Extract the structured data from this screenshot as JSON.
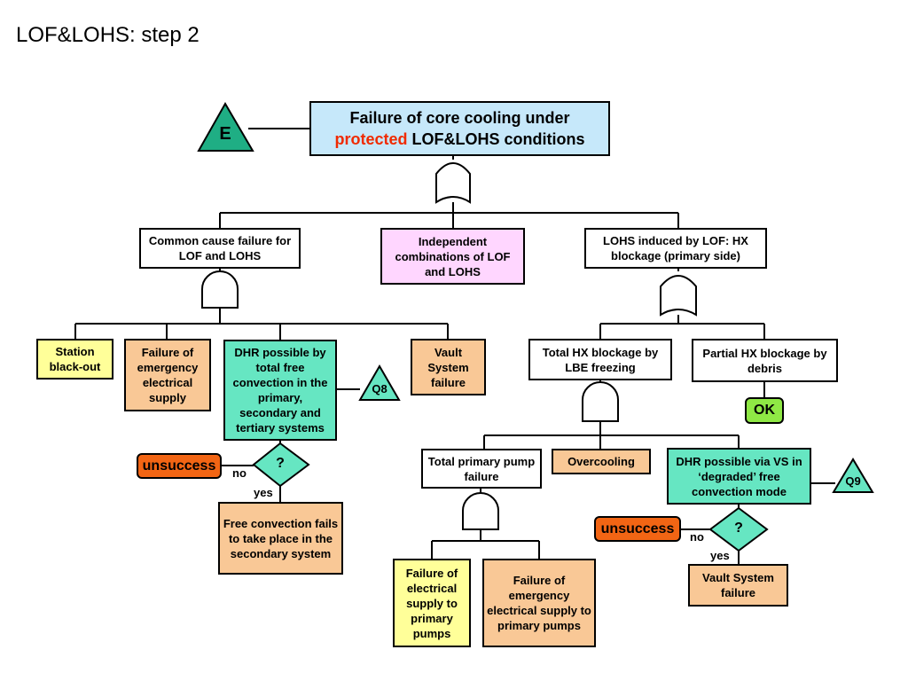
{
  "title": "LOF&LOHS: step 2",
  "top_event": {
    "line1": "Failure of core cooling under",
    "line2_red": "protected",
    "line2_rest": " LOF&LOHS conditions"
  },
  "transfer_top": "E",
  "level1": {
    "common_cause": "Common cause failure for LOF and LOHS",
    "independent": "Independent combinations of LOF and LOHS",
    "lohs_induced": "LOHS induced  by LOF: HX blockage (primary side)"
  },
  "left_branch": {
    "station_blackout": "Station black-out",
    "emergency_supply": "Failure of emergency electrical supply",
    "dhr_possible": "DHR possible by total free convection in the primary, secondary and tertiary systems",
    "vault_failure": "Vault System failure",
    "q8": "Q8",
    "decision": "?",
    "unsuccess": "unsuccess",
    "no": "no",
    "yes": "yes",
    "free_convection_fails": "Free convection fails to take place in the secondary system"
  },
  "right_branch": {
    "total_hx": "Total HX blockage by LBE freezing",
    "partial_hx": "Partial HX blockage by debris",
    "ok": "OK",
    "total_pump_failure": "Total primary pump failure",
    "overcooling": "Overcooling",
    "dhr_vs": "DHR possible via VS in ‘degraded’ free convection mode",
    "q9": "Q9",
    "decision": "?",
    "unsuccess": "unsuccess",
    "no": "no",
    "yes": "yes",
    "vault_failure": "Vault System failure",
    "failure_supply_pumps": "Failure of electrical supply to primary pumps",
    "failure_emergency_pumps": "Failure of emergency electrical supply to primary pumps"
  },
  "colors": {
    "light_blue": "#c6e8fa",
    "pink": "#ffd6ff",
    "yellow": "#ffff99",
    "orange": "#f9c896",
    "teal": "#66e6c2",
    "unsuccess": "#f26514",
    "ok": "#8fe845",
    "red_text": "#f02a00"
  }
}
